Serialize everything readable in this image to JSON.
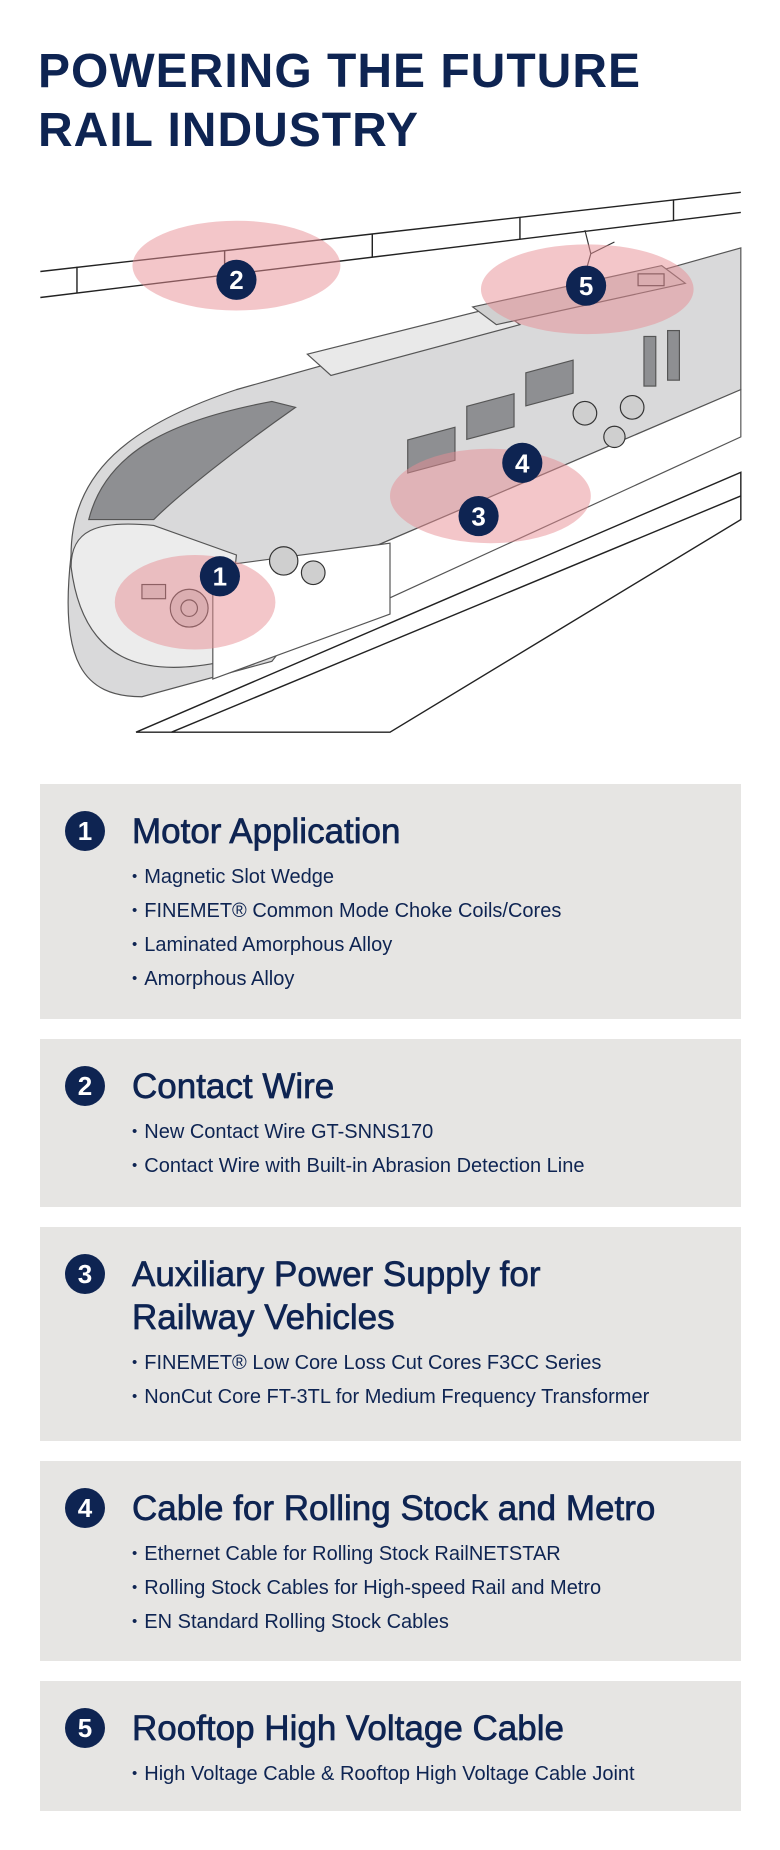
{
  "title": {
    "line1": "POWERING THE FUTURE",
    "line2": "RAIL INDUSTRY"
  },
  "colors": {
    "navy": "#0e2452",
    "box_bg": "#e6e5e3",
    "highlight": "#f2b8bc"
  },
  "illustration": {
    "markers": [
      "1",
      "2",
      "3",
      "4",
      "5"
    ]
  },
  "sections": [
    {
      "number": "1",
      "heading": "Motor Application",
      "items": [
        "Magnetic Slot Wedge",
        "FINEMET® Common Mode Choke Coils/Cores",
        "Laminated Amorphous Alloy",
        "Amorphous Alloy"
      ]
    },
    {
      "number": "2",
      "heading": "Contact Wire",
      "items": [
        "New Contact Wire GT-SNNS170",
        "Contact Wire with Built-in Abrasion Detection Line"
      ]
    },
    {
      "number": "3",
      "heading": "Auxiliary Power Supply for Railway Vehicles",
      "items": [
        "FINEMET® Low Core Loss Cut Cores F3CC  Series",
        "NonCut Core FT-3TL for Medium Frequency Transformer"
      ]
    },
    {
      "number": "4",
      "heading": "Cable for Rolling Stock and Metro",
      "items": [
        "Ethernet Cable for Rolling Stock RailNETSTAR",
        "Rolling Stock Cables for High-speed Rail and Metro",
        "EN Standard Rolling Stock Cables"
      ]
    },
    {
      "number": "5",
      "heading": "Rooftop High Voltage Cable",
      "items": [
        "High Voltage Cable & Rooftop High Voltage Cable Joint"
      ]
    }
  ]
}
